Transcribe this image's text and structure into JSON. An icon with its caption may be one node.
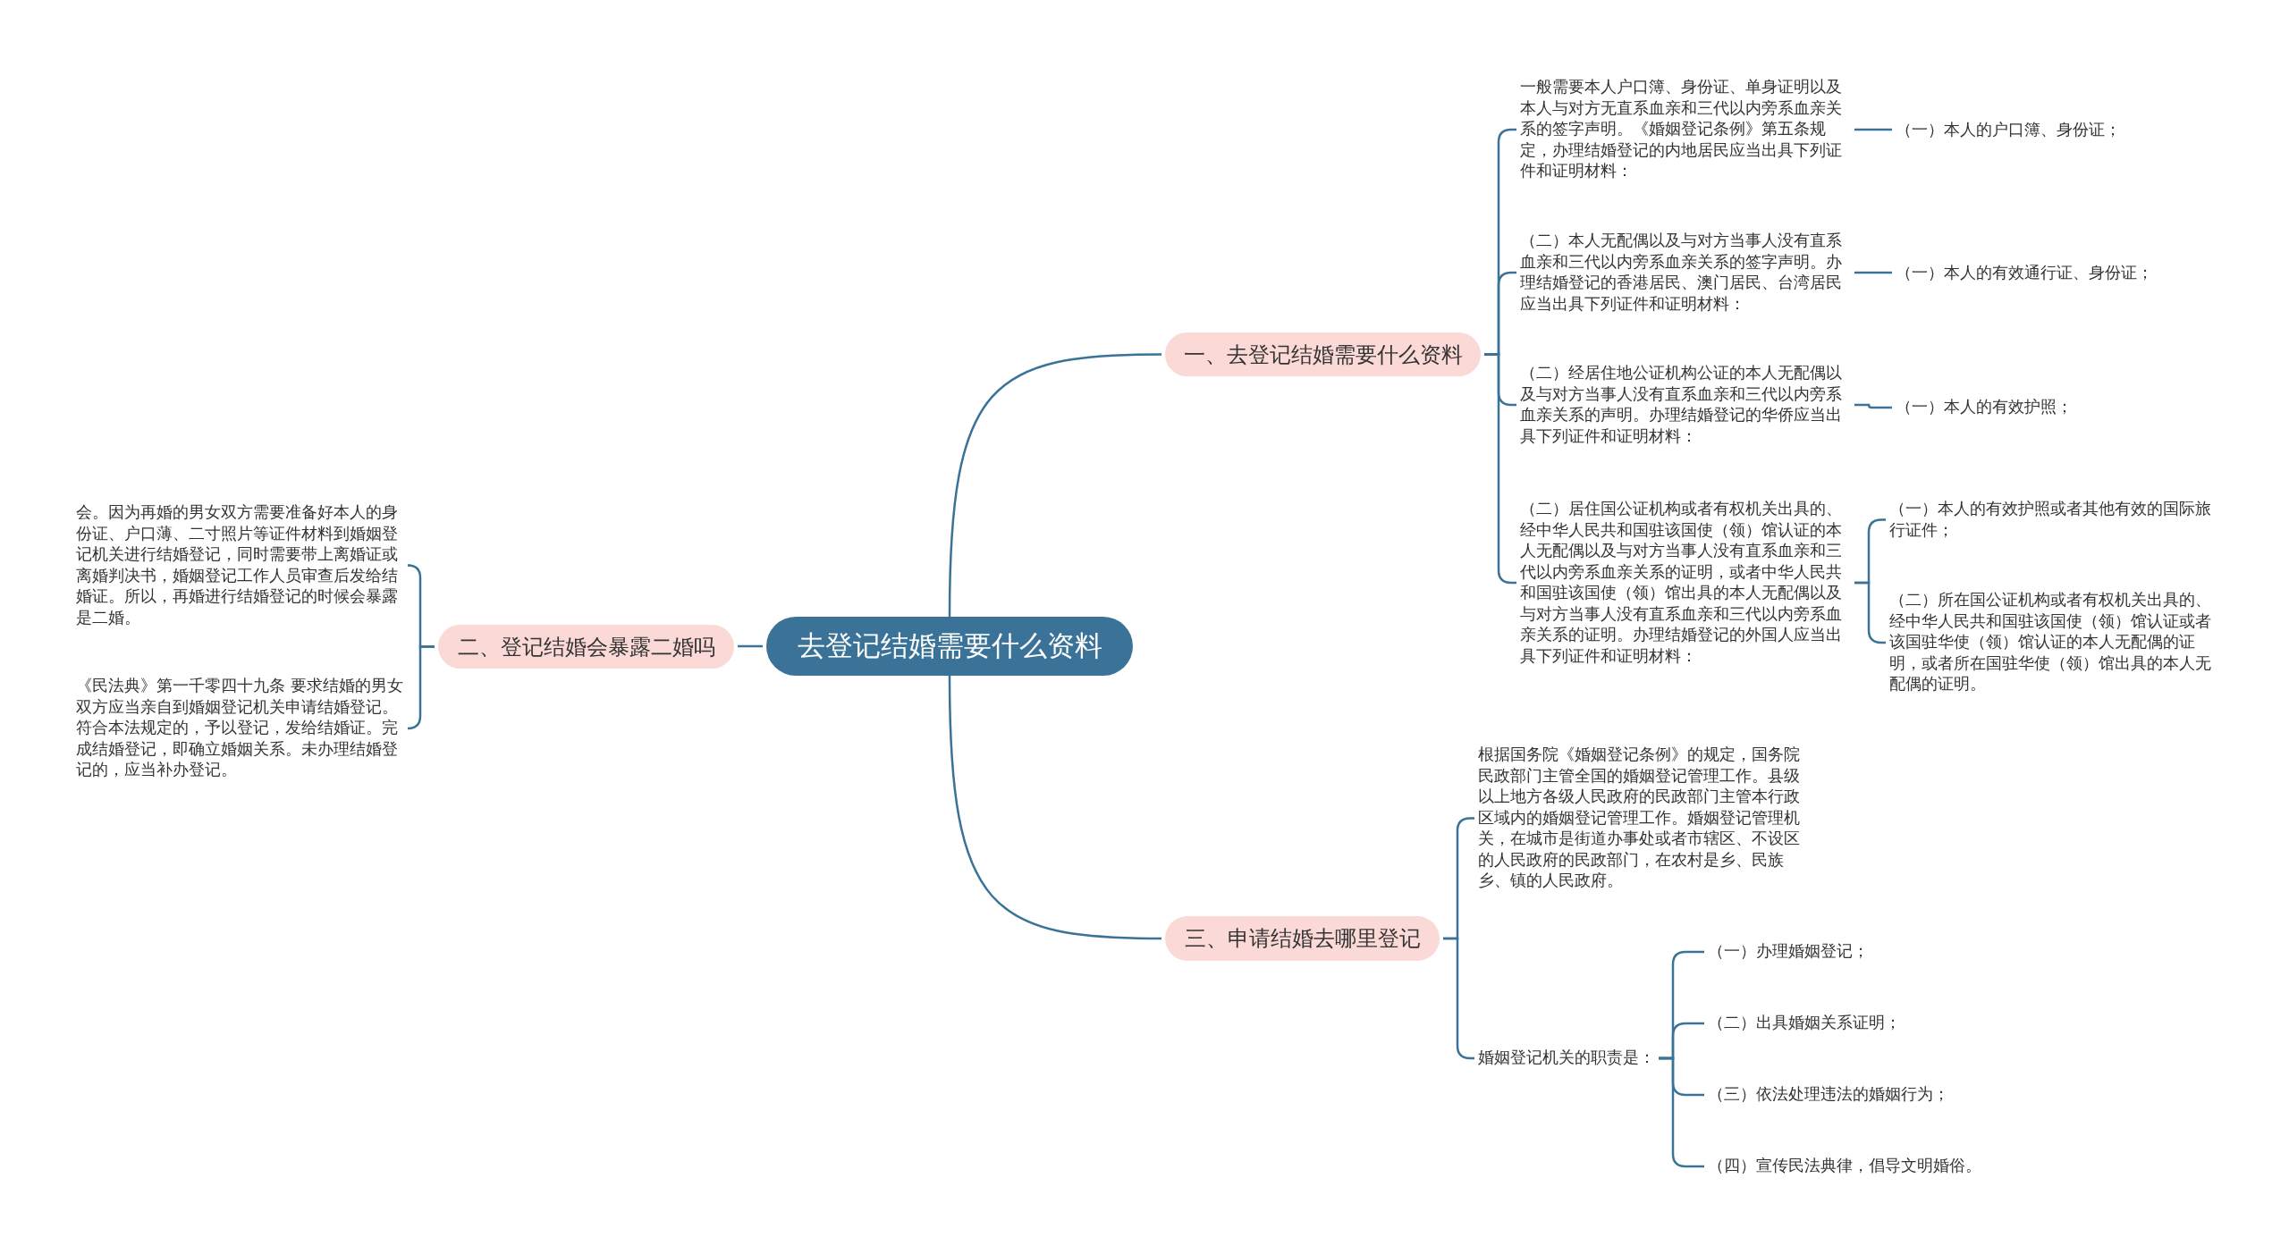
{
  "diagram": {
    "nodes": [
      {
        "text": [
          "去登记结婚需要什么资料"
        ]
      },
      {
        "text": [
          "一、去登记结婚需要什么资料"
        ]
      },
      {
        "text": [
          "二、登记结婚会暴露二婚吗"
        ]
      },
      {
        "text": [
          "三、申请结婚去哪里登记"
        ]
      },
      {
        "text": [
          "一般需要本人户口簿、身份证、单身证明以及本人与对方无直系血亲和三代以内旁系血亲关系的签字声明。《婚姻登记条例》第五条规定，办理结婚登记的内地居民应当出具下列证件和证明材料："
        ]
      },
      {
        "text": [
          "（一）本人的户口簿、身份证；"
        ]
      },
      {
        "text": [
          "（二）本人无配偶以及与对方当事人没有直系血亲和三代以内旁系血亲关系的签字声明。办理结婚登记的香港居民、澳门居民、台湾居民应当出具下列证件和证明材料："
        ]
      },
      {
        "text": [
          "（一）本人的有效通行证、身份证；"
        ]
      },
      {
        "text": [
          "（二）经居住地公证机构公证的本人无配偶以及与对方当事人没有直系血亲和三代以内旁系血亲关系的声明。办理结婚登记的华侨应当出具下列证件和证明材料："
        ]
      },
      {
        "text": [
          "（一）本人的有效护照；"
        ]
      },
      {
        "text": [
          "（二）居住国公证机构或者有权机关出具的、经中华人民共和国驻该国使（领）馆认证的本人无配偶以及与对方当事人没有直系血亲和三代以内旁系血亲关系的证明，或者中华人民共和国驻该国使（领）馆出具的本人无配偶以及与对方当事人没有直系血亲和三代以内旁系血亲关系的证明。办理结婚登记的外国人应当出具下列证件和证明材料："
        ]
      },
      {
        "text": [
          "（一）本人的有效护照或者其他有效的国际旅行证件；"
        ]
      },
      {
        "text": [
          "（二）所在国公证机构或者有权机关出具的、经中华人民共和国驻该国使（领）馆认证或者该国驻华使（领）馆认证的本人无配偶的证明，或者所在国驻华使（领）馆出具的本人无配偶的证明。"
        ]
      },
      {
        "text": [
          "会。因为再婚的男女双方需要准备好本人的身份证、户口薄、二寸照片等证件材料到婚姻登记机关进行结婚登记，同时需要带上离婚证或离婚判决书，婚姻登记工作人员审查后发给结婚证。所以，再婚进行结婚登记的时候会暴露是二婚。"
        ]
      },
      {
        "text": [
          "《民法典》第一千零四十九条 要求结婚的男女双方应当亲自到婚姻登记机关申请结婚登记。符合本法规定的，予以登记，发给结婚证。完成结婚登记，即确立婚姻关系。未办理结婚登记的，应当补办登记。"
        ]
      },
      {
        "text": [
          "根据国务院《婚姻登记条例》的规定，国务院民政部门主管全国的婚姻登记管理工作。县级以上地方各级人民政府的民政部门主管本行政区域内的婚姻登记管理工作。婚姻登记管理机关，在城市是街道办事处或者市辖区、不设区的人民政府的民政部门，在农村是乡、民族乡、镇的人民政府。"
        ]
      },
      {
        "text": [
          "婚姻登记机关的职责是："
        ]
      },
      {
        "text": [
          "（一）办理婚姻登记；"
        ]
      },
      {
        "text": [
          "（二）出具婚姻关系证明；"
        ]
      },
      {
        "text": [
          "（三）依法处理违法的婚姻行为；"
        ]
      },
      {
        "text": [
          "（四）宣传民法典律，倡导文明婚俗。"
        ]
      }
    ],
    "edges": [
      {
        "from": 0,
        "to": 1,
        "arrow": "none"
      },
      {
        "from": 0,
        "to": 2,
        "arrow": "none"
      },
      {
        "from": 0,
        "to": 3,
        "arrow": "none"
      },
      {
        "from": 1,
        "to": 4,
        "arrow": "none"
      },
      {
        "from": 1,
        "to": 6,
        "arrow": "none"
      },
      {
        "from": 1,
        "to": 8,
        "arrow": "none"
      },
      {
        "from": 1,
        "to": 10,
        "arrow": "none"
      },
      {
        "from": 4,
        "to": 5,
        "arrow": "none"
      },
      {
        "from": 6,
        "to": 7,
        "arrow": "none"
      },
      {
        "from": 8,
        "to": 9,
        "arrow": "none"
      },
      {
        "from": 10,
        "to": 11,
        "arrow": "none"
      },
      {
        "from": 10,
        "to": 12,
        "arrow": "none"
      },
      {
        "from": 2,
        "to": 13,
        "arrow": "none"
      },
      {
        "from": 2,
        "to": 14,
        "arrow": "none"
      },
      {
        "from": 3,
        "to": 15,
        "arrow": "none"
      },
      {
        "from": 3,
        "to": 16,
        "arrow": "none"
      },
      {
        "from": 16,
        "to": 17,
        "arrow": "none"
      },
      {
        "from": 16,
        "to": 18,
        "arrow": "none"
      },
      {
        "from": 16,
        "to": 19,
        "arrow": "none"
      },
      {
        "from": 16,
        "to": 20,
        "arrow": "none"
      }
    ]
  }
}
